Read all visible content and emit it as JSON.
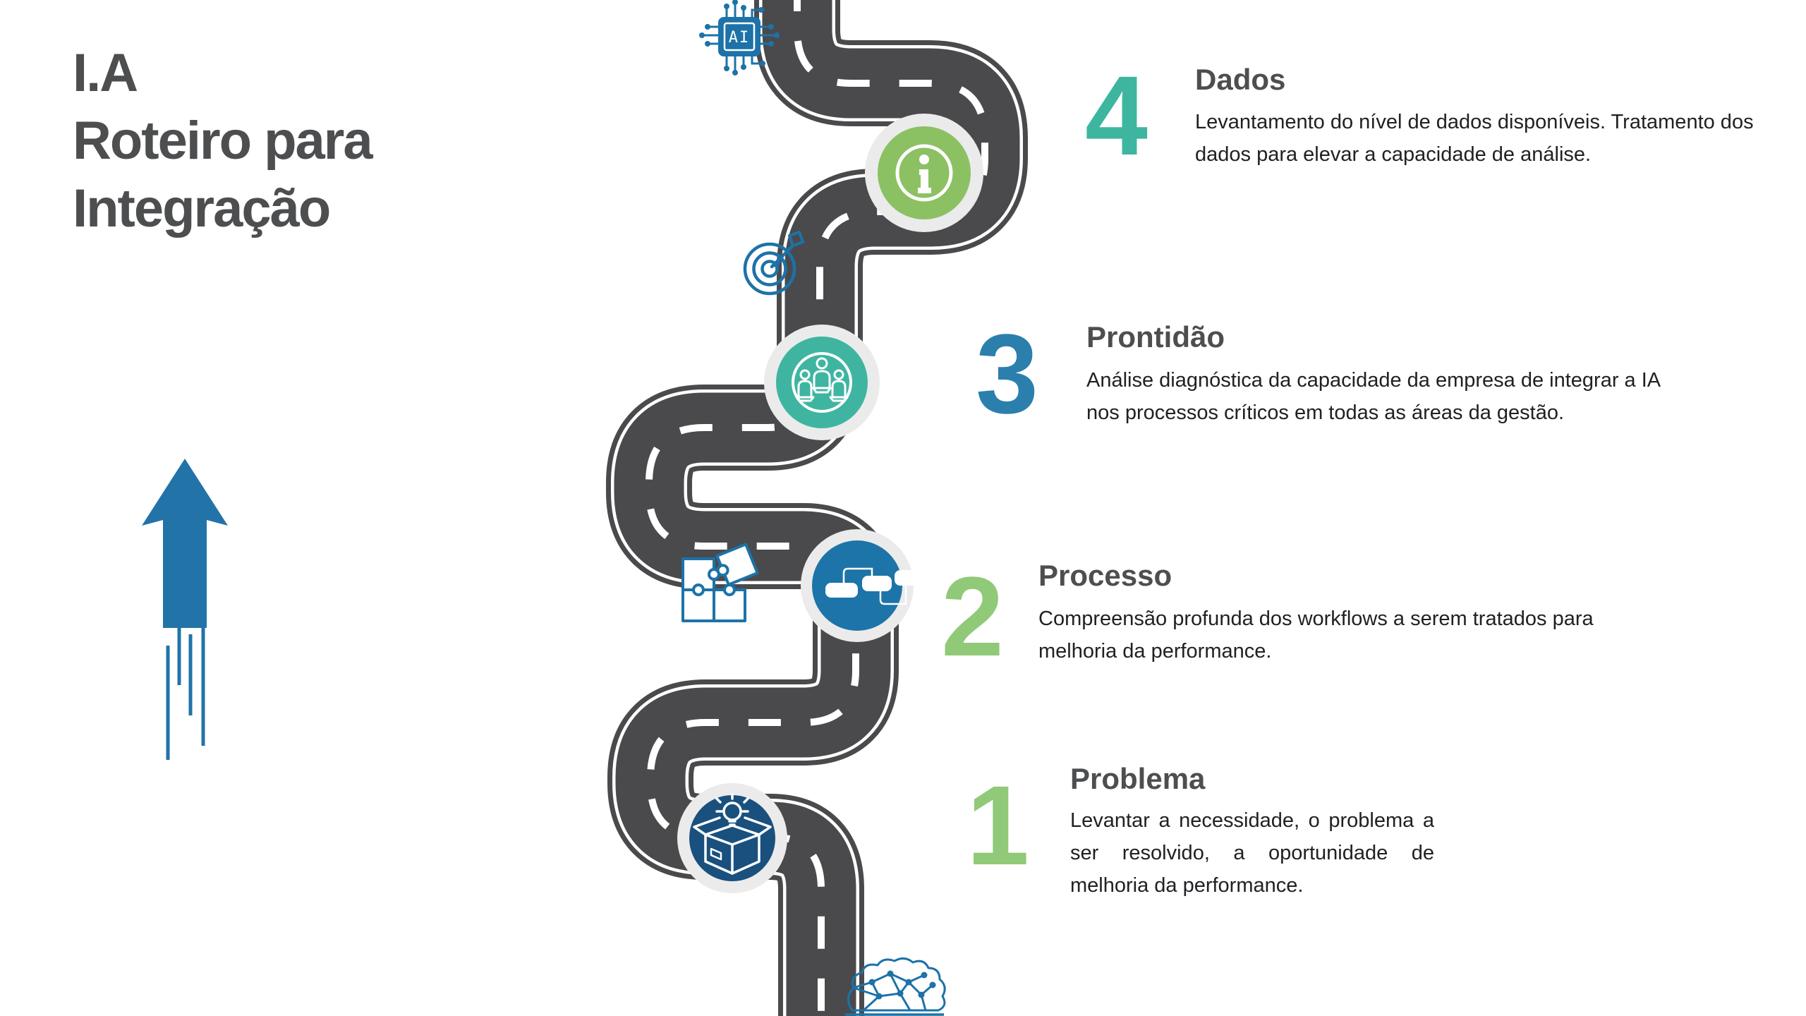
{
  "title": {
    "lines": [
      "I.A",
      "Roteiro para",
      "Integração"
    ]
  },
  "steps": [
    {
      "number": "4",
      "title": "Dados",
      "description": "Levantamento do nível de dados disponíveis. Tratamento dos dados para elevar a capacidade de análise.",
      "number_color": "#3EB69F",
      "circle_color": "#8CC163",
      "icon": "info-icon"
    },
    {
      "number": "3",
      "title": "Prontidão",
      "description": "Análise diagnóstica da capacidade da empresa de integrar a IA nos processos críticos em todas as áreas da gestão.",
      "number_color": "#2B7FAD",
      "circle_color": "#3FB5A1",
      "icon": "team-icon"
    },
    {
      "number": "2",
      "title": "Processo",
      "description": "Compreensão profunda dos workflows a serem tratados para melhoria da performance.",
      "number_color": "#90C977",
      "circle_color": "#1D74A8",
      "icon": "workflow-icon"
    },
    {
      "number": "1",
      "title": "Problema",
      "description": "Levantar a necessidade, o problema a ser resolvido, a oportunidade de melhoria da performance.",
      "number_color": "#90C977",
      "circle_color": "#19507E",
      "icon": "idea-box-icon"
    }
  ],
  "decorations": {
    "ai_chip_label": "AI",
    "icons": [
      "ai-chip-icon",
      "target-icon",
      "puzzle-icon",
      "network-rock-icon",
      "growth-arrow-icon"
    ]
  },
  "colors": {
    "road": "#4A4A4C",
    "road_lines": "#FFFFFF",
    "circle_ring": "#EBEBEB",
    "accent_blue": "#2173A8",
    "outline_icon_blue": "#1D72A8",
    "title_text": "#4D4E50",
    "body_text": "#202124"
  }
}
